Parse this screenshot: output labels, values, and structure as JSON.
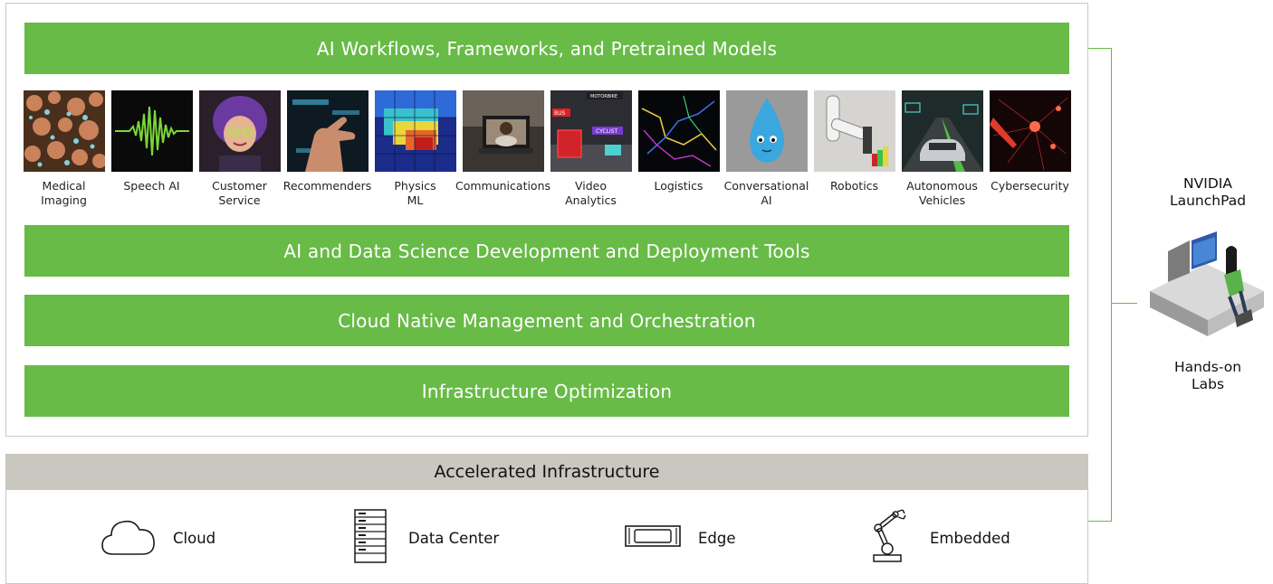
{
  "stack": {
    "workflows": "AI Workflows, Frameworks, and Pretrained Models",
    "tools": "AI and Data Science Development and Deployment Tools",
    "cloud_native": "Cloud Native Management and Orchestration",
    "infra_opt": "Infrastructure Optimization"
  },
  "use_cases": [
    {
      "label": "Medical\nImaging",
      "icon": "medical-imaging"
    },
    {
      "label": "Speech AI",
      "icon": "speech-waveform"
    },
    {
      "label": "Customer\nService",
      "icon": "avatar"
    },
    {
      "label": "Recommenders",
      "icon": "hand-touch"
    },
    {
      "label": "Physics\nML",
      "icon": "heatmap"
    },
    {
      "label": "Communications",
      "icon": "video-call"
    },
    {
      "label": "Video\nAnalytics",
      "icon": "street-detection",
      "overlay_tags": [
        "MOTORBIKE",
        "BUS",
        "CYCLIST"
      ]
    },
    {
      "label": "Logistics",
      "icon": "route-map"
    },
    {
      "label": "Conversational\nAI",
      "icon": "droplet-character"
    },
    {
      "label": "Robotics",
      "icon": "robot-arm"
    },
    {
      "label": "Autonomous\nVehicles",
      "icon": "car"
    },
    {
      "label": "Cybersecurity",
      "icon": "network-burst"
    }
  ],
  "accelerated": {
    "title": "Accelerated Infrastructure",
    "items": [
      {
        "label": "Cloud",
        "icon": "cloud-icon"
      },
      {
        "label": "Data Center",
        "icon": "server-rack-icon"
      },
      {
        "label": "Edge",
        "icon": "edge-device-icon"
      },
      {
        "label": "Embedded",
        "icon": "robot-arm-icon"
      }
    ]
  },
  "launchpad": {
    "title": "NVIDIA\nLaunchPad",
    "subtitle": "Hands-on\nLabs",
    "icon": "workstation-icon"
  },
  "colors": {
    "accent_green": "#67bb46",
    "infra_header": "#c9c7bf"
  }
}
